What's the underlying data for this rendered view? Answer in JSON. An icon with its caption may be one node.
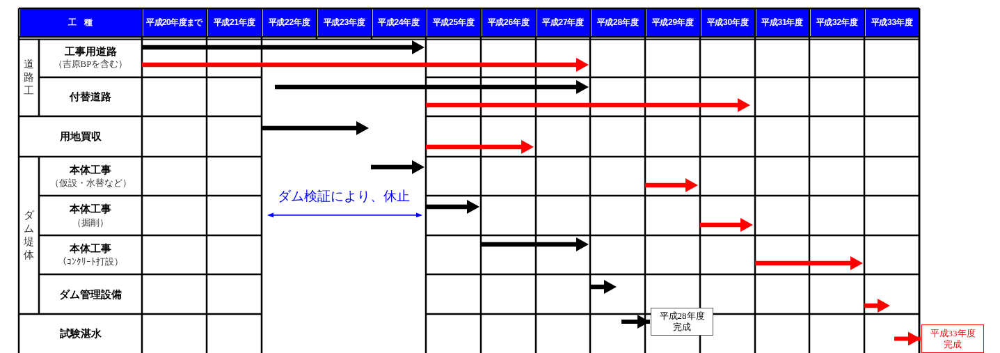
{
  "diagram": {
    "nodes": [
      {
        "text": [
          "平成28年度完成"
        ]
      },
      {
        "text": [
          "平成33年度完成"
        ]
      }
    ],
    "edges": [
      {
        "from": null,
        "to": 0,
        "arrow": "to"
      },
      {
        "from": null,
        "to": 1,
        "arrow": "to",
        "color": "#ff0000"
      }
    ],
    "labels": [
      "工　種",
      "平成20年度まで",
      "平成21年度",
      "平成22年度",
      "平成23年度",
      "平成24年度",
      "平成25年度",
      "平成26年度",
      "平成27年度",
      "平成28年度",
      "平成29年度",
      "平成30年度",
      "平成31年度",
      "平成32年度",
      "平成33年度",
      "道路工",
      "工事用道路",
      "（吉原BPを含む）",
      "付替道路",
      "用地買収",
      "本体工事",
      "（仮設・水替など）",
      "ダム検証により、休止",
      "ダム堤体",
      "本体工事",
      "（掘削）",
      "本体工事",
      "（ｺﾝｸﾘｰﾄ打設）",
      "ダム管理設備",
      "試験湛水"
    ]
  }
}
